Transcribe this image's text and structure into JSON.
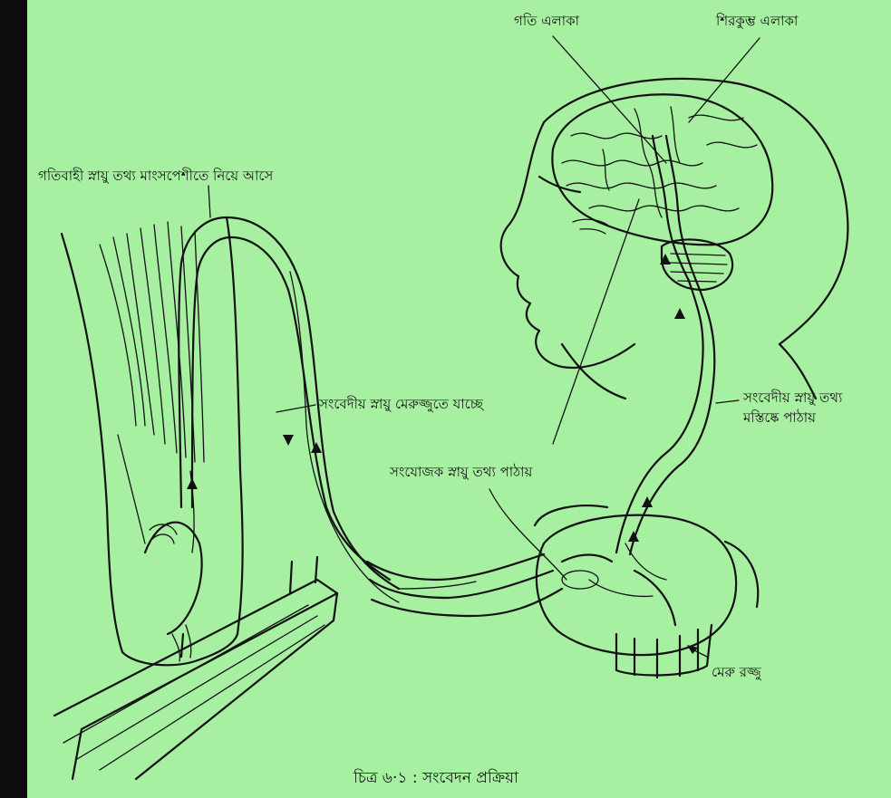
{
  "colors": {
    "background": "#a7f0a2",
    "border": "#0d0d0d",
    "ink": "#111111"
  },
  "labels": {
    "motor_area": "গতি এলাকা",
    "parietal_area": "শিরকুম্ভ এলাকা",
    "motor_nerve": "গতিবাহী স্নায়ু তথ্য মাংসপেশীতে নিয়ে আসে",
    "sensory_to_spine": "সংবেদীয় স্নায়ু মেরুজ্জুতে যাচ্ছে",
    "sensory_to_brain_line1": "সংবেদীয় স্নায়ু তথ্য",
    "sensory_to_brain_line2": "মস্তিষ্কে পাঠায়",
    "connector": "সংযোজক স্নায়ু তথ্য পাঠায়",
    "spinal_cord": "মেরু রজ্জু"
  },
  "caption": "চিত্র ৬·১ : সংবেদন প্রক্রিয়া"
}
